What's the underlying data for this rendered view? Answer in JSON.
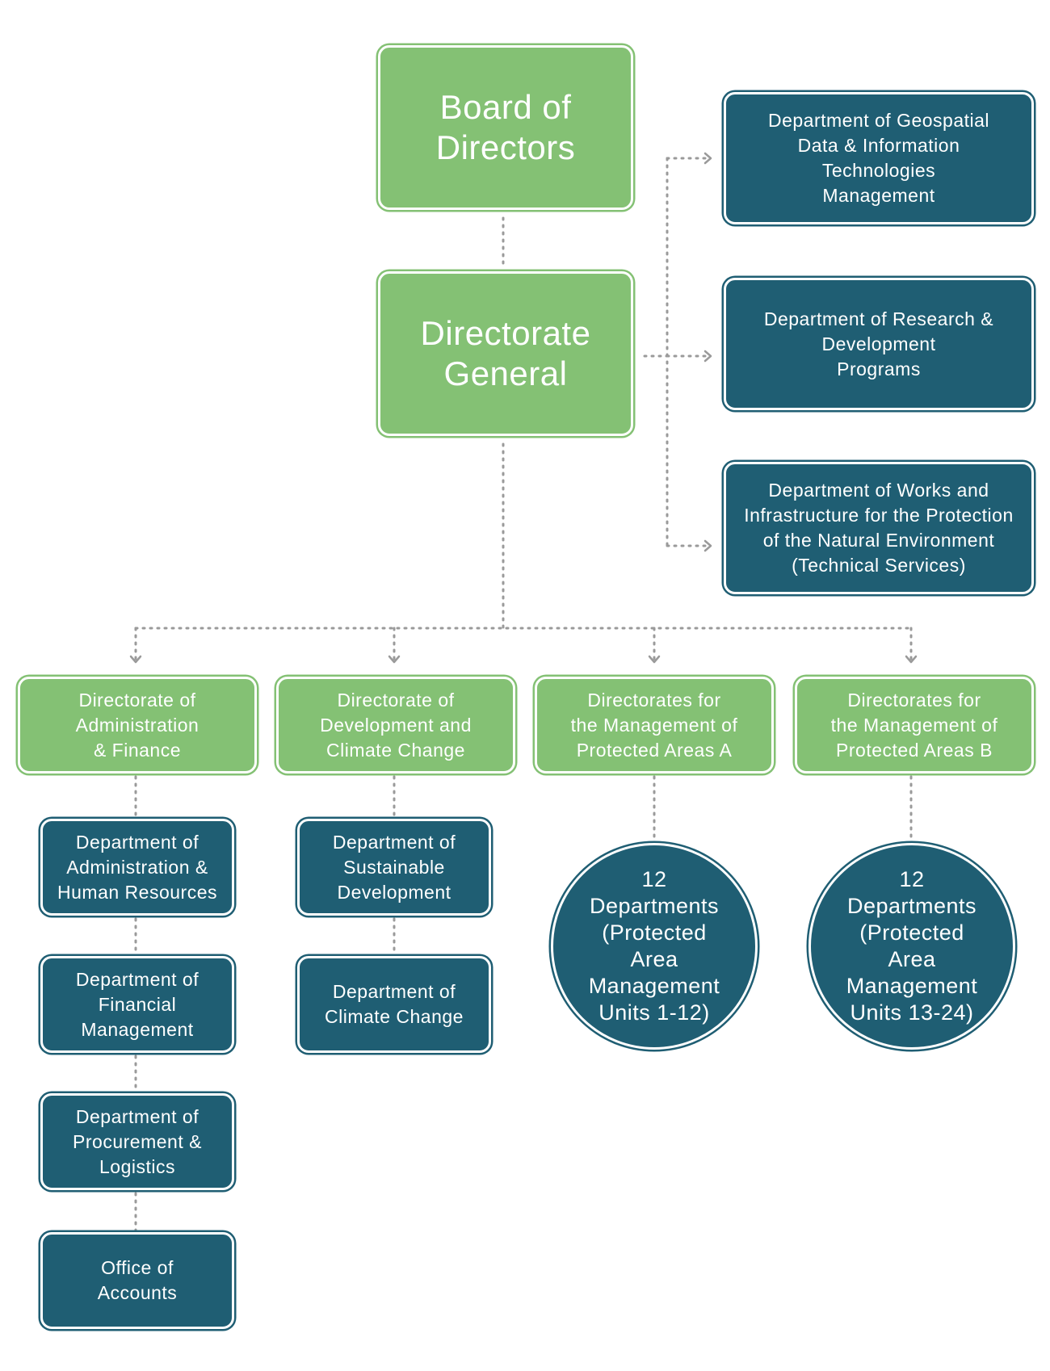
{
  "colors": {
    "green": "#84c174",
    "teal": "#1f5e73",
    "connector": "#9a9a9a"
  },
  "board": {
    "label": "Board of\nDirectors"
  },
  "directorate_general": {
    "label": "Directorate\nGeneral"
  },
  "side_departments": [
    {
      "label": "Department of Geospatial\nData & Information\nTechnologies\nManagement"
    },
    {
      "label": "Department of Research &\nDevelopment\nPrograms"
    },
    {
      "label": "Department of Works and\nInfrastructure for the Protection\nof the Natural Environment\n(Technical Services)"
    }
  ],
  "directorates": [
    {
      "label": "Directorate of\nAdministration\n& Finance"
    },
    {
      "label": "Directorate of\nDevelopment and\nClimate Change"
    },
    {
      "label": "Directorates for\nthe Management of\nProtected Areas A"
    },
    {
      "label": "Directorates for\nthe Management of\nProtected Areas B"
    }
  ],
  "admin_departments": [
    {
      "label": "Department of\nAdministration &\nHuman Resources"
    },
    {
      "label": "Department of\nFinancial\nManagement"
    },
    {
      "label": "Department of\nProcurement &\nLogistics"
    },
    {
      "label": "Office of\nAccounts"
    }
  ],
  "development_departments": [
    {
      "label": "Department of\nSustainable\nDevelopment"
    },
    {
      "label": "Department of\nClimate Change"
    }
  ],
  "protected_area_units": [
    {
      "label": "12\nDepartments\n(Protected\nArea\nManagement\nUnits 1-12)"
    },
    {
      "label": "12\nDepartments\n(Protected\nArea\nManagement\nUnits 13-24)"
    }
  ]
}
